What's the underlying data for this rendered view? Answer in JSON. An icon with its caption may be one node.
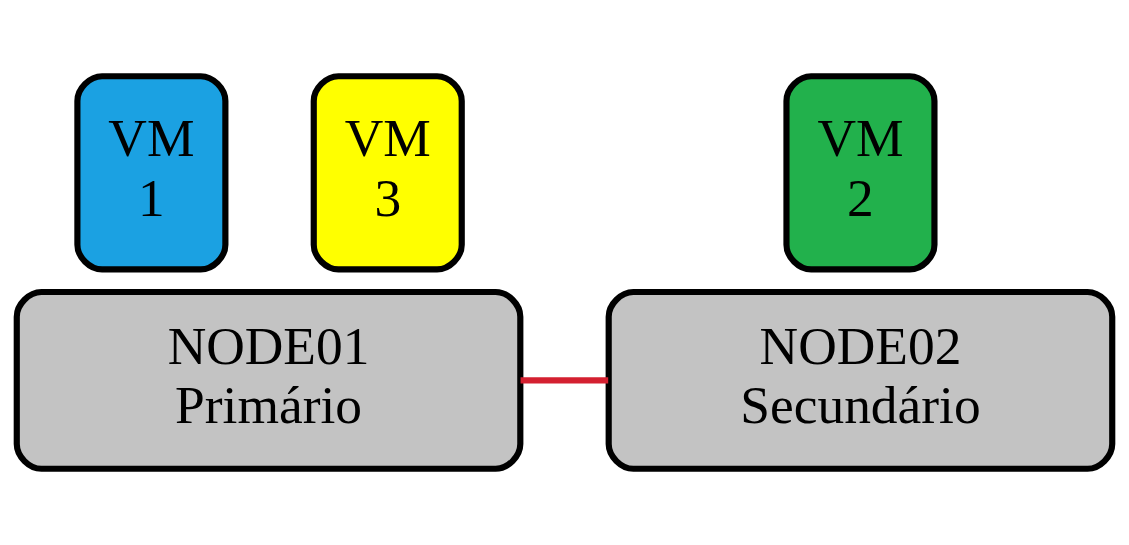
{
  "diagram": {
    "nodes": [
      {
        "text": [
          "VM 1"
        ]
      },
      {
        "text": [
          "VM 3"
        ]
      },
      {
        "text": [
          "VM 2"
        ]
      },
      {
        "text": [
          "NODE01 Primário"
        ]
      },
      {
        "text": [
          "NODE02 Secundário"
        ]
      }
    ],
    "edges": [
      {
        "from": 3,
        "to": 4,
        "arrow": "none",
        "color": "#d42030"
      }
    ]
  }
}
